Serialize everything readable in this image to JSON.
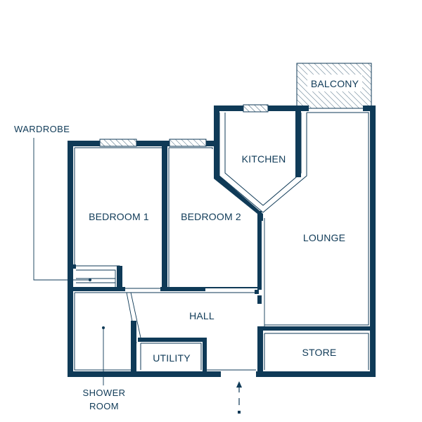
{
  "rooms": {
    "balcony": "BALCONY",
    "kitchen": "KITCHEN",
    "bedroom1": "BEDROOM 1",
    "bedroom2": "BEDROOM 2",
    "lounge": "LOUNGE",
    "hall": "HALL",
    "utility": "UTILITY",
    "store": "STORE"
  },
  "callouts": {
    "wardrobe": "WARDROBE",
    "shower_line1": "SHOWER",
    "shower_line2": "ROOM"
  },
  "colors": {
    "wall": "#0f3a57",
    "background": "#ffffff"
  }
}
